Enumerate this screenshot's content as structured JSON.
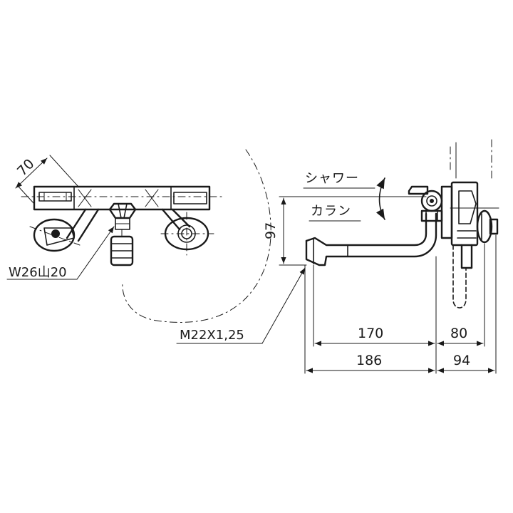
{
  "dimensions": {
    "depth_70": "70",
    "height_97": "97",
    "spout_170": "170",
    "body_80": "80",
    "total_186": "186",
    "total_94": "94"
  },
  "labels": {
    "outlet_thread": "W26山20",
    "inlet_thread": "M22X1,25",
    "shower": "シャワー",
    "faucet": "カラン"
  }
}
